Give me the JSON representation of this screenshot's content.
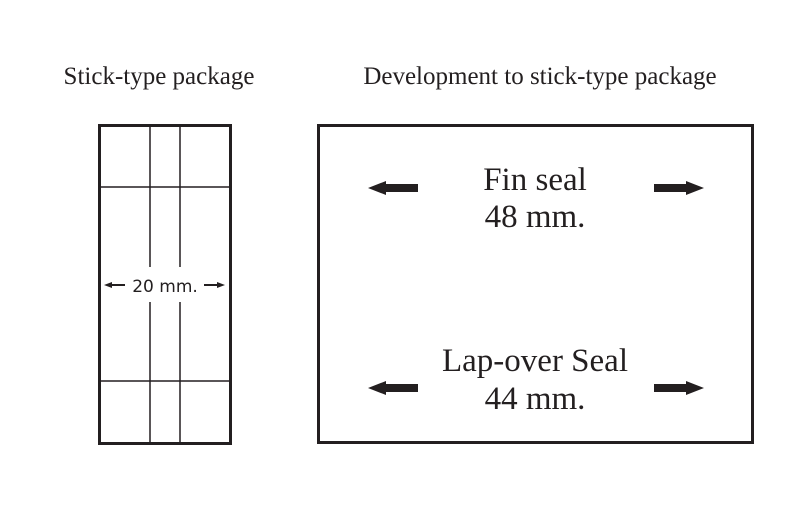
{
  "left_panel": {
    "title": "Stick-type package",
    "width_label": "20 mm."
  },
  "right_panel": {
    "title": "Development to stick-type package",
    "fin_seal": {
      "label": "Fin seal",
      "value": "48 mm."
    },
    "lap_seal": {
      "label": "Lap-over Seal",
      "value": "44 mm."
    }
  },
  "colors": {
    "ink": "#231f20"
  }
}
